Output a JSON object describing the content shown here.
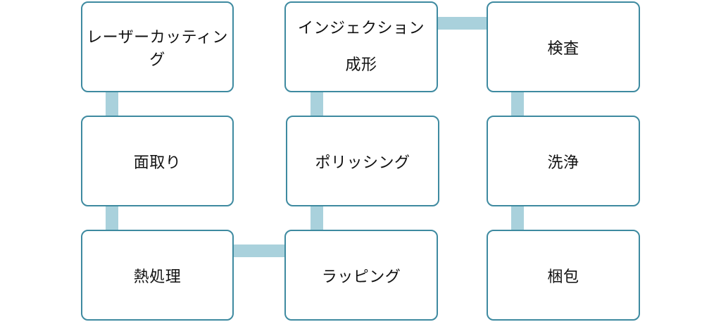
{
  "diagram": {
    "steps": [
      {
        "label": "レーザーカッティング"
      },
      {
        "label": "面取り"
      },
      {
        "label": "熱処理"
      },
      {
        "label_line1": "インジェクション",
        "label_line2": "成形"
      },
      {
        "label": "ポリッシング"
      },
      {
        "label": "ラッピング"
      },
      {
        "label": "検査"
      },
      {
        "label": "洗浄"
      },
      {
        "label": "梱包"
      }
    ],
    "colors": {
      "box_border": "#3e8aa0",
      "connector": "#a9d1dc",
      "box_fill": "#ffffff"
    }
  }
}
